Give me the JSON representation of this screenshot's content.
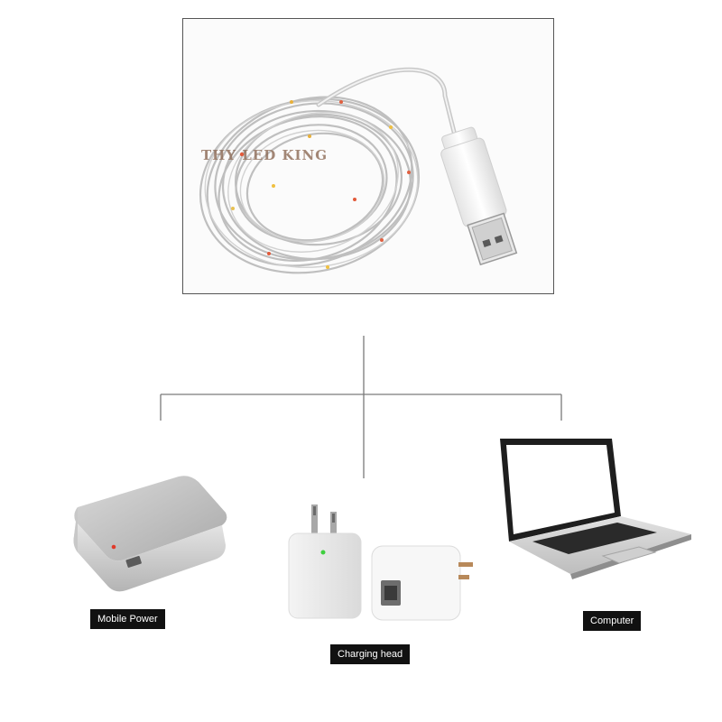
{
  "product": {
    "watermark": "THY LED KING"
  },
  "power_sources": [
    {
      "label": "Mobile Power",
      "icon": "power-bank-icon"
    },
    {
      "label": "Charging head",
      "icon": "usb-charger-icon"
    },
    {
      "label": "Computer",
      "icon": "laptop-icon"
    }
  ]
}
